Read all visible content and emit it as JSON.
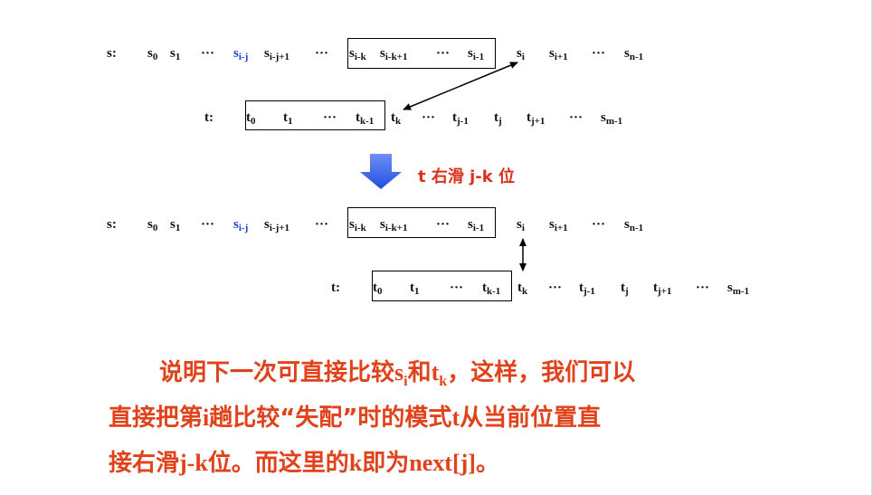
{
  "top": {
    "s_label": "s:",
    "s_items": [
      {
        "base": "s",
        "sub": "0"
      },
      {
        "base": "s",
        "sub": "1"
      },
      {
        "base": "···",
        "sub": ""
      },
      {
        "base": "s",
        "sub": "i-j",
        "blue": true
      },
      {
        "base": "s",
        "sub": "i-j+1"
      },
      {
        "base": "···",
        "sub": ""
      },
      {
        "base": "s",
        "sub": "i-k"
      },
      {
        "base": "s",
        "sub": "i-k+1"
      },
      {
        "base": "···",
        "sub": ""
      },
      {
        "base": "s",
        "sub": "i-1"
      },
      {
        "base": "s",
        "sub": "i"
      },
      {
        "base": "s",
        "sub": "i+1"
      },
      {
        "base": "···",
        "sub": ""
      },
      {
        "base": "s",
        "sub": "n-1"
      }
    ],
    "t_label": "t:",
    "t_items": [
      {
        "base": "t",
        "sub": "0"
      },
      {
        "base": "t",
        "sub": "1"
      },
      {
        "base": "···",
        "sub": ""
      },
      {
        "base": "t",
        "sub": "k-1"
      },
      {
        "base": "t",
        "sub": "k"
      },
      {
        "base": "···",
        "sub": ""
      },
      {
        "base": "t",
        "sub": "j-1"
      },
      {
        "base": "t",
        "sub": "j"
      },
      {
        "base": "t",
        "sub": "j+1"
      },
      {
        "base": "···",
        "sub": ""
      },
      {
        "base": "s",
        "sub": "m-1"
      }
    ]
  },
  "shift_label": "t 右滑 j-k 位",
  "bottom": {
    "s_label": "s:",
    "t_label": "t:"
  },
  "paragraph": {
    "l1a": "说明下一次可直接比较",
    "l1_s": "s",
    "l1_s_sub": "i",
    "l1b": "和",
    "l1_t": "t",
    "l1_t_sub": "k",
    "l1c": "，这样，我们可以",
    "l2a": "直接把第",
    "l2_i": "i",
    "l2b": "趟比较“失配”时的模式",
    "l2_t": "t",
    "l2c": "从当前位置直",
    "l3a": "接右滑",
    "l3_jk": "j-k",
    "l3b": "位。而这里的",
    "l3_k": "k",
    "l3c": "即为",
    "l3_next": "next[j]",
    "l3d": "。"
  },
  "colors": {
    "blue_arrow": "#1f4fe0",
    "red_text": "#e0431c",
    "blue_text": "#1a3fd6"
  }
}
